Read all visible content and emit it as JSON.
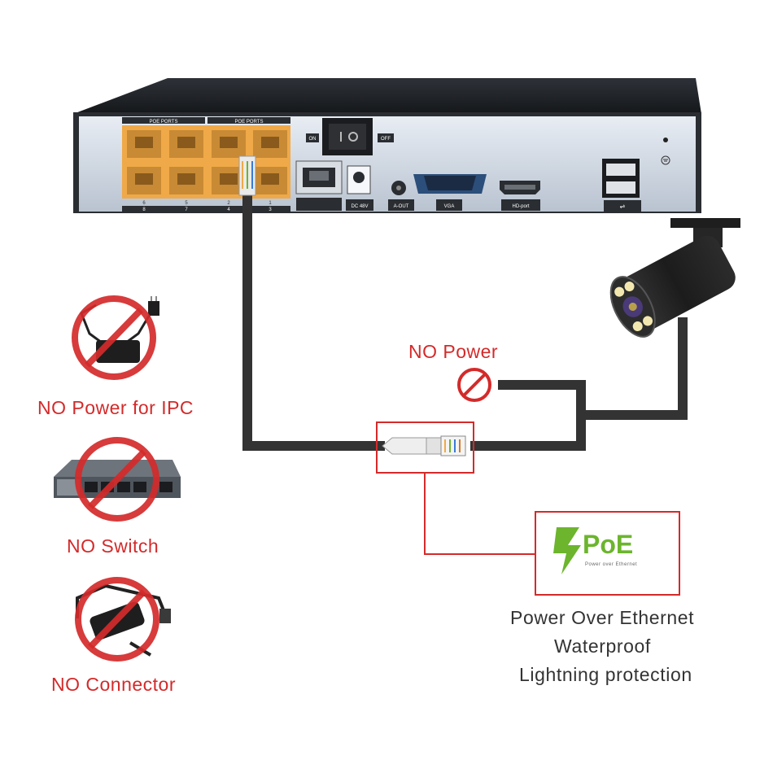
{
  "nvr": {
    "poe_ports_label_left": "POE PORTS",
    "poe_ports_label_right": "POE PORTS",
    "port_numbers_top": [
      "6",
      "5",
      "2",
      "1"
    ],
    "port_numbers_bottom": [
      "8",
      "7",
      "4",
      "3"
    ],
    "switch_on": "ON",
    "switch_off": "OFF",
    "dc_label": "DC 48V",
    "audio_label": "A-OUT",
    "vga_label": "VGA",
    "hdmi_label": "HD-port"
  },
  "callout_no_power": "NO Power",
  "prohibited": [
    {
      "label": "NO Power for IPC",
      "icon": "power-adapter-icon"
    },
    {
      "label": "NO Switch",
      "icon": "network-switch-icon"
    },
    {
      "label": "NO Connector",
      "icon": "poe-splitter-icon"
    }
  ],
  "poe_badge": {
    "title": "PoE",
    "subtitle": "Power over Ethernet"
  },
  "features": [
    "Power Over Ethernet",
    "Waterproof",
    "Lightning protection"
  ],
  "colors": {
    "prohibit_red": "#d42a2a",
    "cable": "#333333",
    "poe_green": "#6cb52d",
    "port_orange": "#f0a948"
  }
}
